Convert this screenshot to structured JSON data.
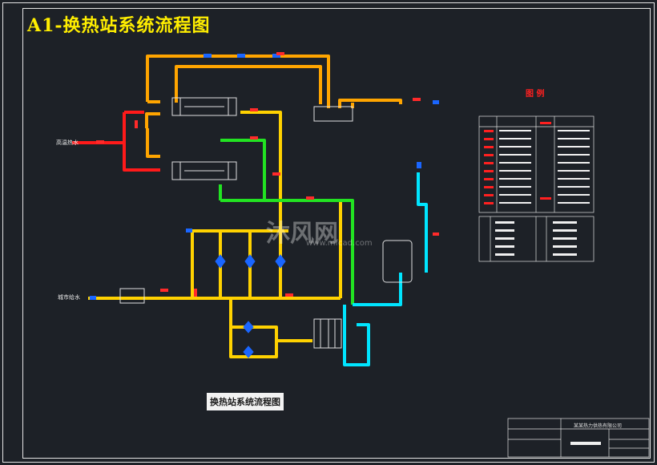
{
  "title": "A1-换热站系统流程图",
  "caption": "换热站系统流程图",
  "legend": {
    "title": "图 例"
  },
  "watermark": {
    "text": "沐风网",
    "url": "www.mfcad.com"
  },
  "labels": {
    "left_top": "高温热水",
    "left_bottom": "城市给水"
  },
  "title_block": {
    "company": "某某热力供热有限公司"
  },
  "colors": {
    "background": "#1d2127",
    "supply_hot": "#ff1a1a",
    "secondary": "#ffd200",
    "primary_pipe": "#ffa500",
    "return": "#22e322",
    "makeup": "#00e5ff",
    "equipment": "#e0e0e0",
    "valve": "#1a66ff"
  }
}
